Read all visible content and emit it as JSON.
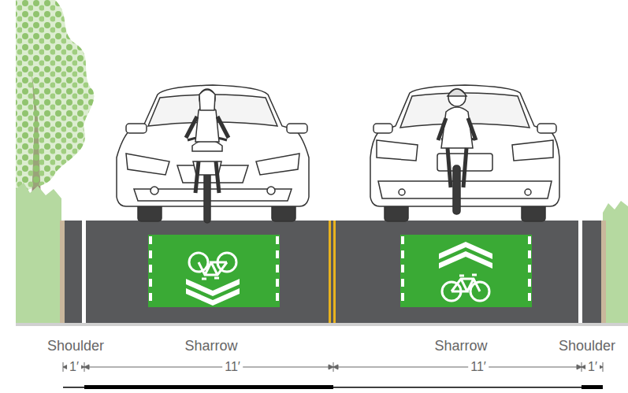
{
  "diagram": {
    "labels": [
      "Shoulder",
      "Sharrow",
      "Sharrow",
      "Shoulder",
      "1′",
      "11′",
      "11′",
      "1′"
    ]
  }
}
